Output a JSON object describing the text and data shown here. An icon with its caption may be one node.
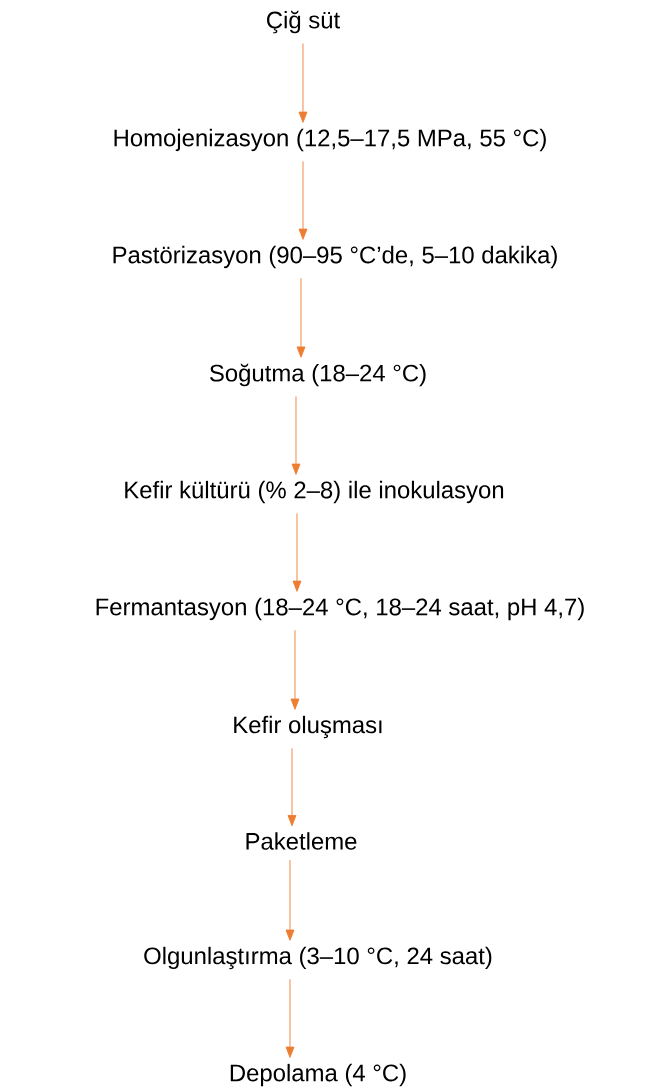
{
  "diagram": {
    "nodes": [
      {
        "text": [
          "Çiğ süt"
        ]
      },
      {
        "text": [
          "Homojenizasyon (12,5–17,5 MPa, 55 °C)"
        ]
      },
      {
        "text": [
          "Pastörizasyon (90–95 °C’de, 5–10 dakika)"
        ]
      },
      {
        "text": [
          "Soğutma (18–24 °C)"
        ]
      },
      {
        "text": [
          "Kefir kültürü (% 2–8) ile inokulasyon"
        ]
      },
      {
        "text": [
          "Fermantasyon (18–24 °C, 18–24 saat, pH 4,7)"
        ]
      },
      {
        "text": [
          "Kefir oluşması"
        ]
      },
      {
        "text": [
          "Paketleme"
        ]
      },
      {
        "text": [
          "Olgunlaştırma (3–10 °C, 24 saat)"
        ]
      },
      {
        "text": [
          "Depolama (4 °C)"
        ]
      }
    ],
    "edges": [
      {
        "from": 0,
        "to": 1,
        "arrow": "to"
      },
      {
        "from": 1,
        "to": 2,
        "arrow": "to"
      },
      {
        "from": 2,
        "to": 3,
        "arrow": "to"
      },
      {
        "from": 3,
        "to": 4,
        "arrow": "to"
      },
      {
        "from": 4,
        "to": 5,
        "arrow": "to"
      },
      {
        "from": 5,
        "to": 6,
        "arrow": "to"
      },
      {
        "from": 6,
        "to": 7,
        "arrow": "to"
      },
      {
        "from": 7,
        "to": 8,
        "arrow": "to"
      },
      {
        "from": 8,
        "to": 9,
        "arrow": "to"
      }
    ]
  }
}
